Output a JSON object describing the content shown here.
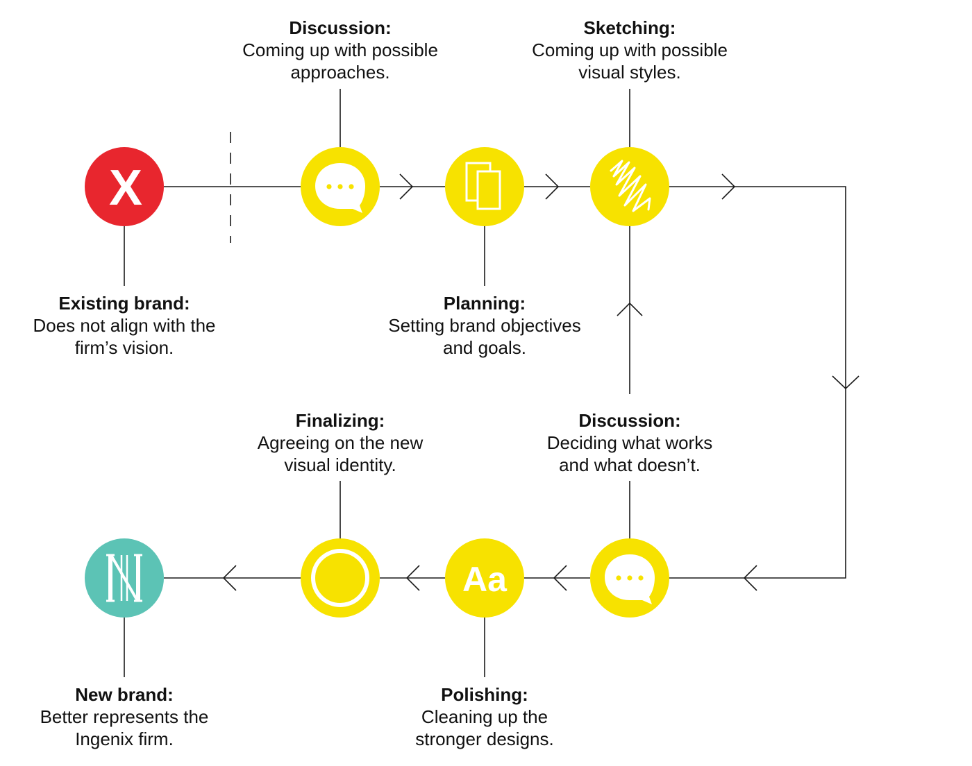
{
  "colors": {
    "line": "#1a1a1a",
    "step": "#F7E200",
    "start": "#E8262E",
    "end": "#5CC3B5",
    "icon": "#ffffff",
    "text": "#111111"
  },
  "nodes": {
    "existing": {
      "icon": "x-icon",
      "glyph": "X",
      "title": "Existing brand:",
      "desc": "Does not align with the\nfirm’s vision."
    },
    "discussion1": {
      "icon": "speech-bubble-icon",
      "title": "Discussion:",
      "desc": "Coming up with possible\napproaches."
    },
    "planning": {
      "icon": "documents-icon",
      "title": "Planning:",
      "desc": "Setting brand objectives\nand goals."
    },
    "sketching": {
      "icon": "scribble-icon",
      "title": "Sketching:",
      "desc": "Coming up with possible\nvisual styles."
    },
    "discussion2": {
      "icon": "speech-bubble-icon",
      "title": "Discussion:",
      "desc": "Deciding what works\nand what doesn’t."
    },
    "polishing": {
      "icon": "typography-icon",
      "glyph": "Aa",
      "title": "Polishing:",
      "desc": "Cleaning up the\nstronger designs."
    },
    "finalizing": {
      "icon": "checkmark-icon",
      "title": "Finalizing:",
      "desc": "Agreeing on the new\nvisual identity."
    },
    "newbrand": {
      "icon": "ingenix-logo-icon",
      "title": "New brand:",
      "desc": "Better represents the\nIngenix firm."
    }
  }
}
